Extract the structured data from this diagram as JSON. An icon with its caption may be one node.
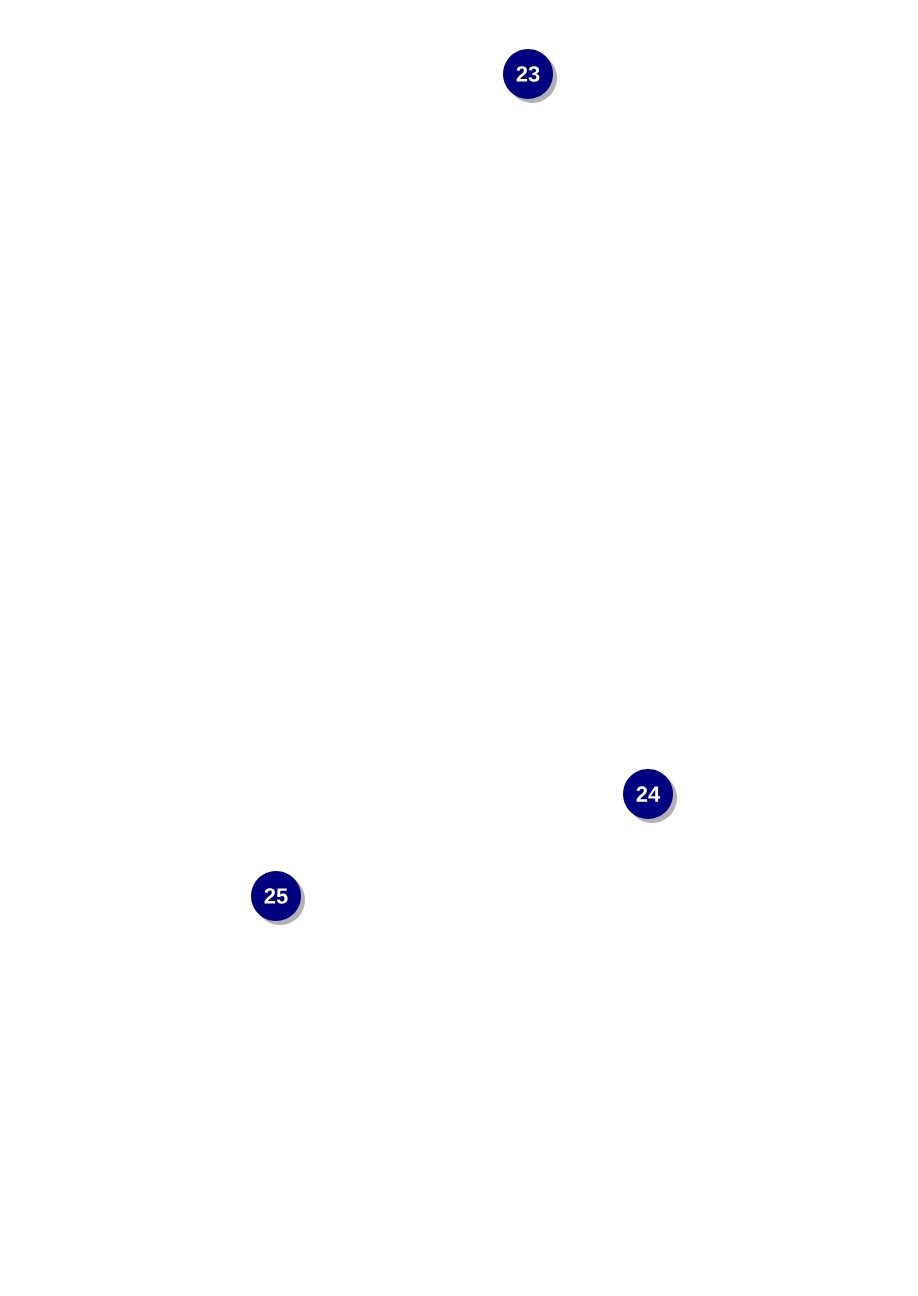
{
  "diagram": {
    "labels": [
      "23",
      "24",
      "25"
    ]
  }
}
